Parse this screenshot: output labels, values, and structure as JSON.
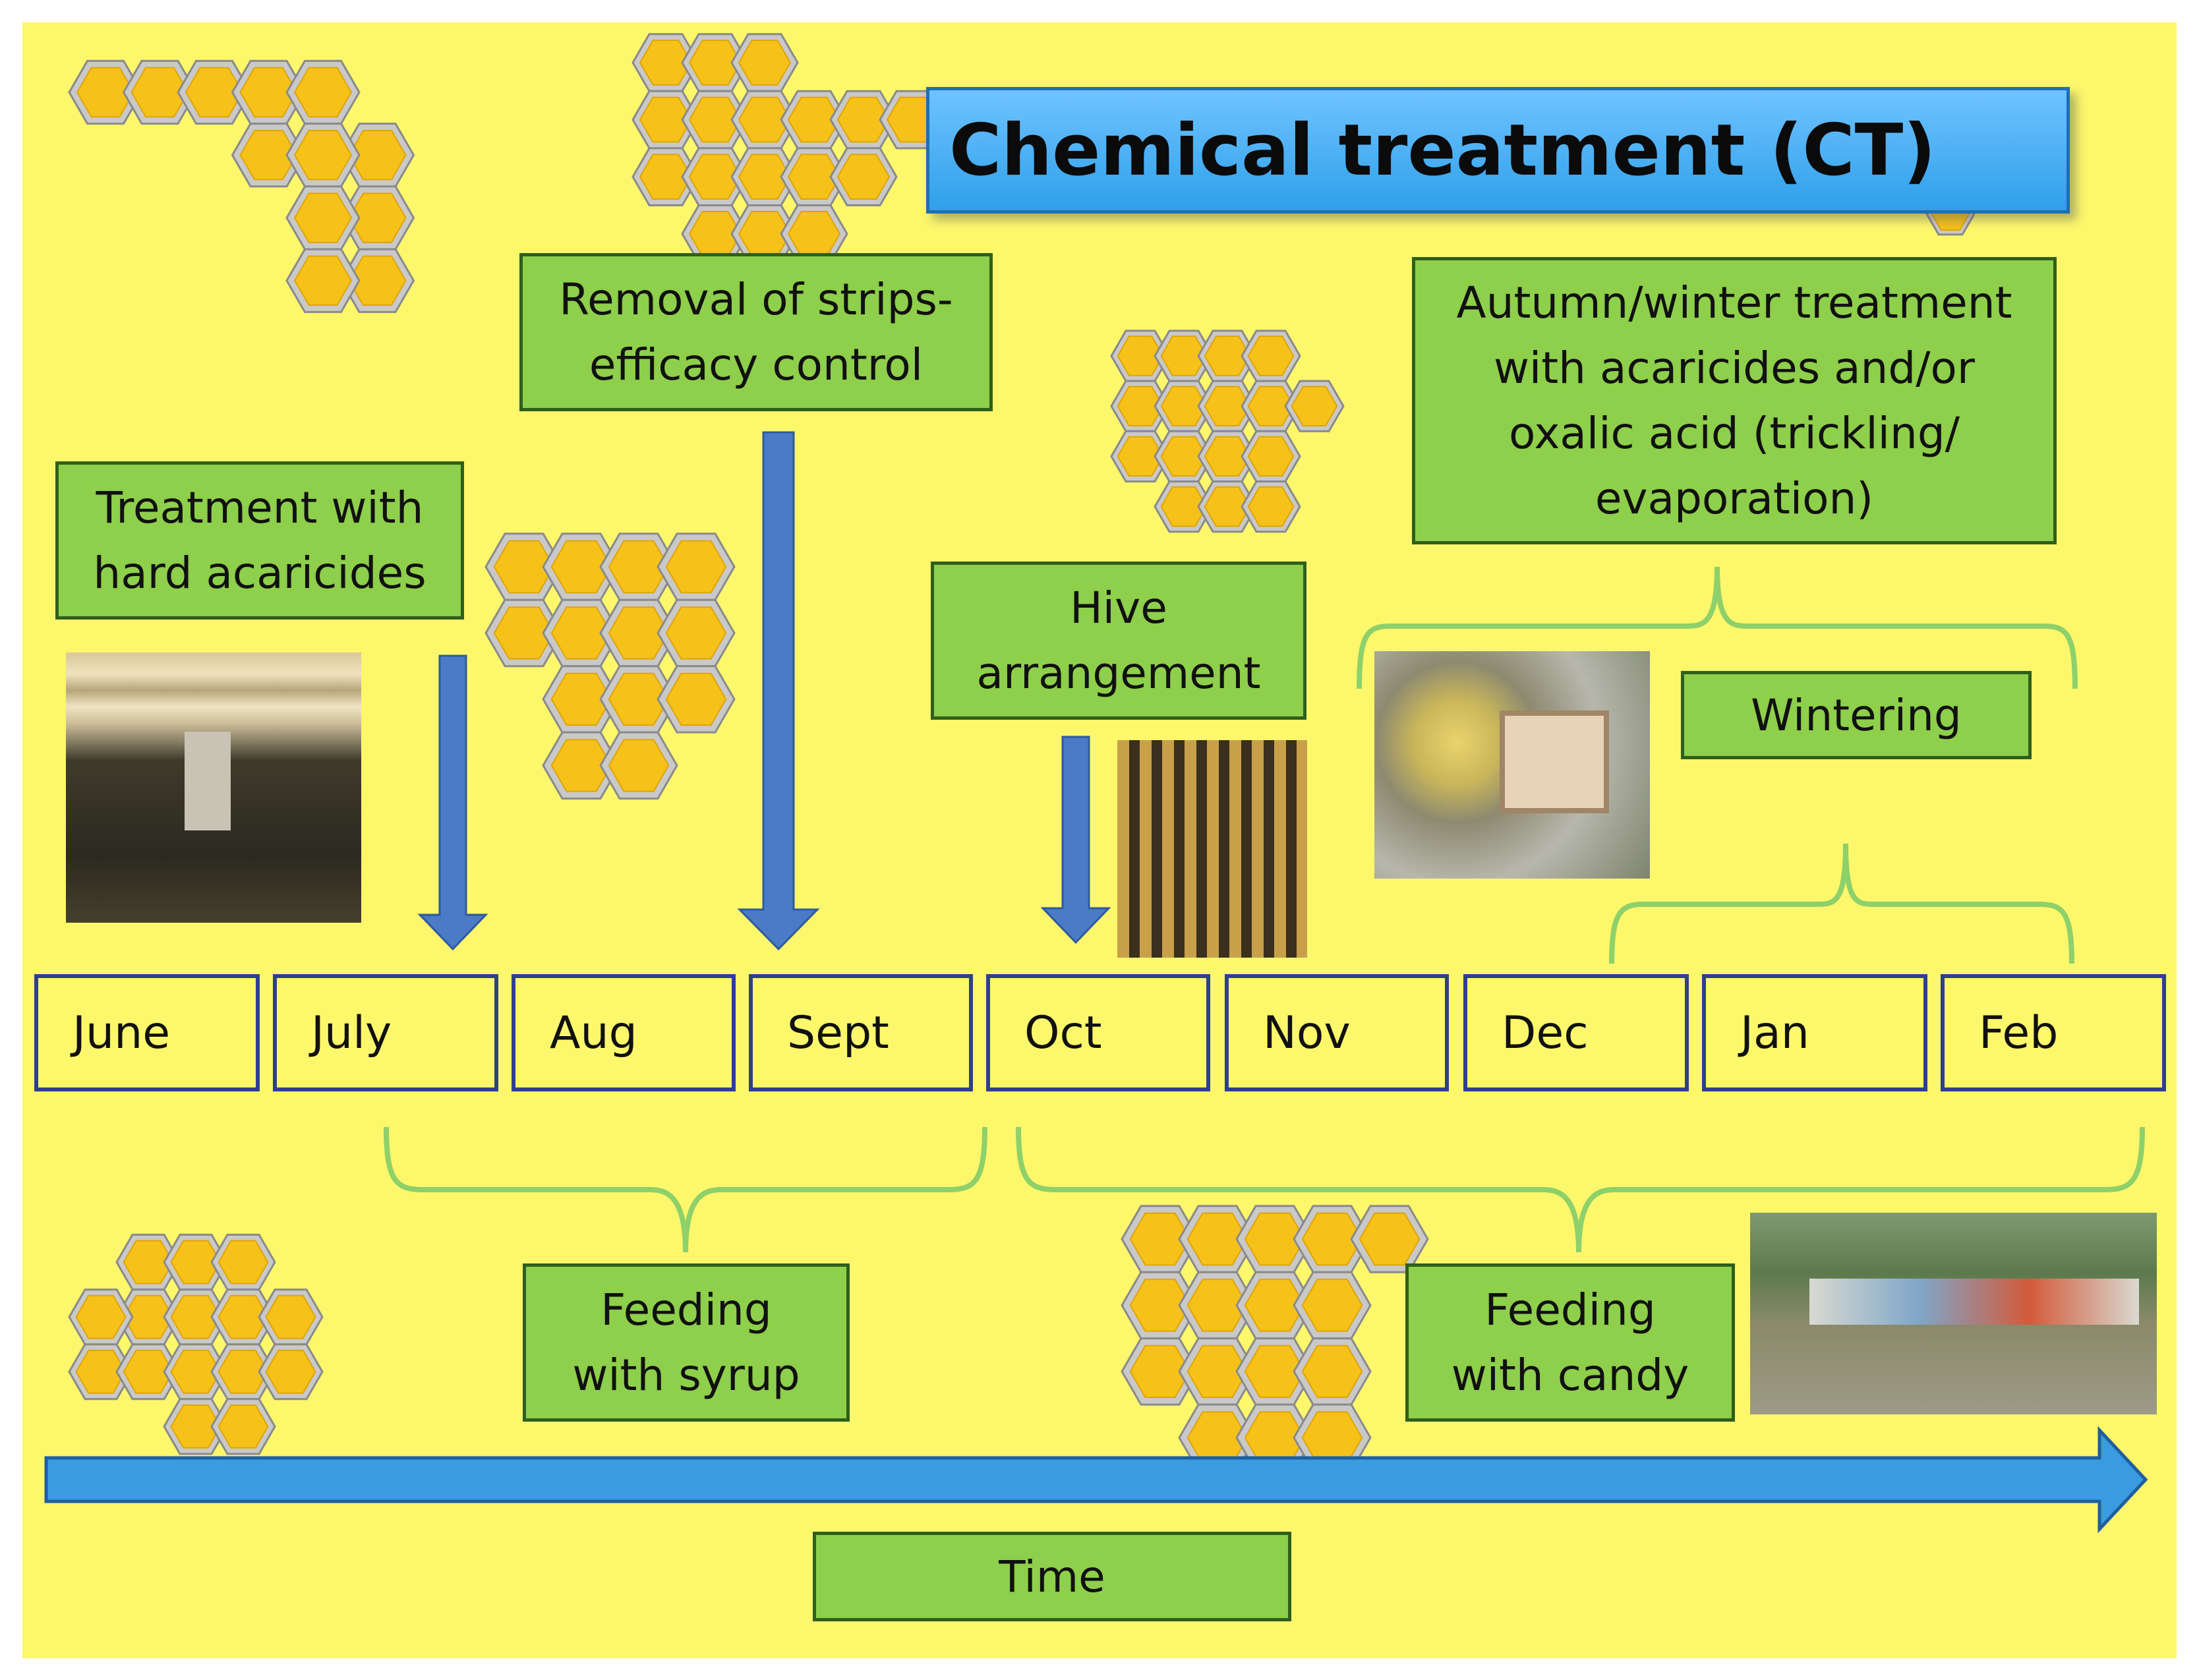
{
  "title": "Chemical treatment (CT)",
  "boxes": {
    "treatment_hard": "Treatment with\nhard acaricides",
    "removal_strips": "Removal of strips-\nefficacy control",
    "hive_arrangement": "Hive\narrangement",
    "autumn_winter": "Autumn/winter treatment\nwith acaricides and/or\noxalic acid (trickling/\nevaporation)",
    "wintering": "Wintering",
    "feeding_syrup": "Feeding\nwith syrup",
    "feeding_candy": "Feeding\nwith candy",
    "time": "Time"
  },
  "months": [
    "June",
    "July",
    "Aug",
    "Sept",
    "Oct",
    "Nov",
    "Dec",
    "Jan",
    "Feb"
  ],
  "colors": {
    "background": "#fdf76c",
    "box_fill": "#8ecf4b",
    "box_border": "#2f5f1c",
    "arrow": "#4a7bc4",
    "brace": "#8ed06a",
    "time_arrow": "#3a9be0",
    "title_bar": "#4fb2f5",
    "month_border": "#2f3f8f",
    "honeycomb": "#f6c21a"
  },
  "icons": [
    "honeycomb-icon",
    "down-arrow-icon",
    "brace-icon",
    "time-arrow-icon"
  ]
}
